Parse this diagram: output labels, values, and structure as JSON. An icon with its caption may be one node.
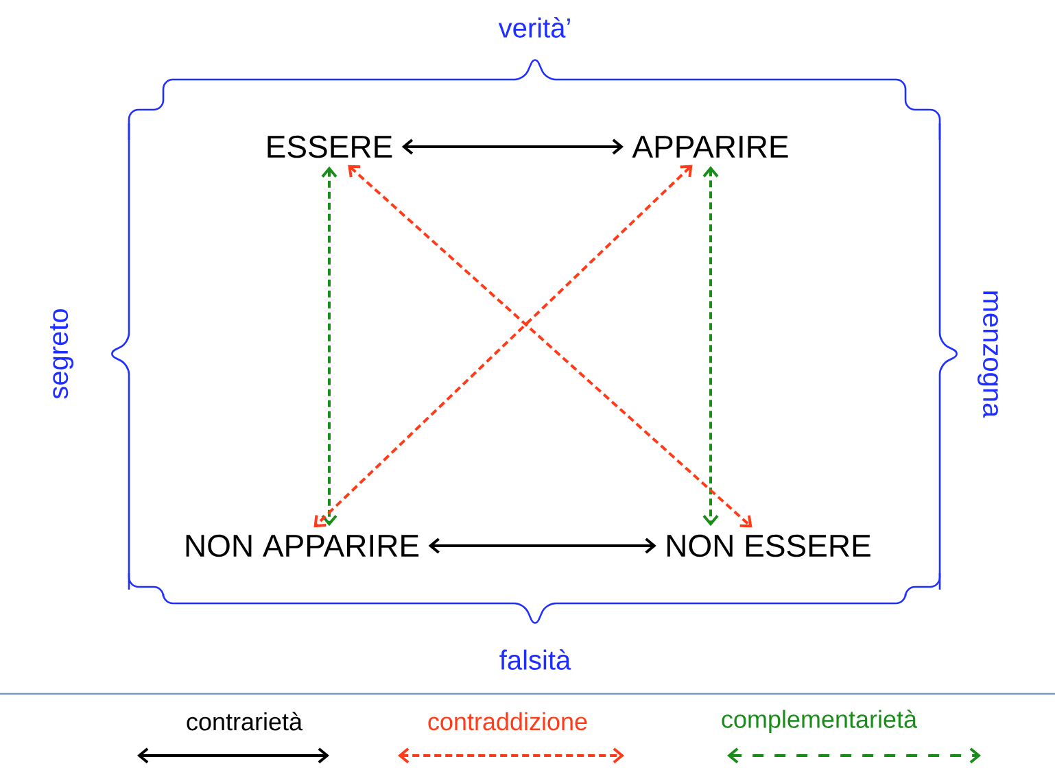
{
  "diagram": {
    "nodes": [
      {
        "text": [
          "ESSERE"
        ]
      },
      {
        "text": [
          "APPARIRE"
        ]
      },
      {
        "text": [
          "NON APPARIRE"
        ]
      },
      {
        "text": [
          "NON ESSERE"
        ]
      }
    ],
    "edges": [
      {
        "from": 0,
        "to": 1,
        "arrow": "both"
      },
      {
        "from": 2,
        "to": 3,
        "arrow": "both"
      },
      {
        "from": 0,
        "to": 2,
        "arrow": "both",
        "style": "dashed",
        "color": "#1a8c1a"
      },
      {
        "from": 1,
        "to": 3,
        "arrow": "both",
        "style": "dashed",
        "color": "#1a8c1a"
      },
      {
        "from": 0,
        "to": 3,
        "arrow": "both",
        "style": "dashed",
        "color": "#ff3b1a"
      },
      {
        "from": 1,
        "to": 2,
        "arrow": "both",
        "style": "dashed",
        "color": "#ff3b1a"
      }
    ],
    "labels": [
      "verità’",
      "segreto",
      "menzogna",
      "falsità"
    ],
    "legend": [
      {
        "text": "contrarietà"
      },
      {
        "text": "contraddizione"
      },
      {
        "text": "complementarietà"
      }
    ]
  }
}
